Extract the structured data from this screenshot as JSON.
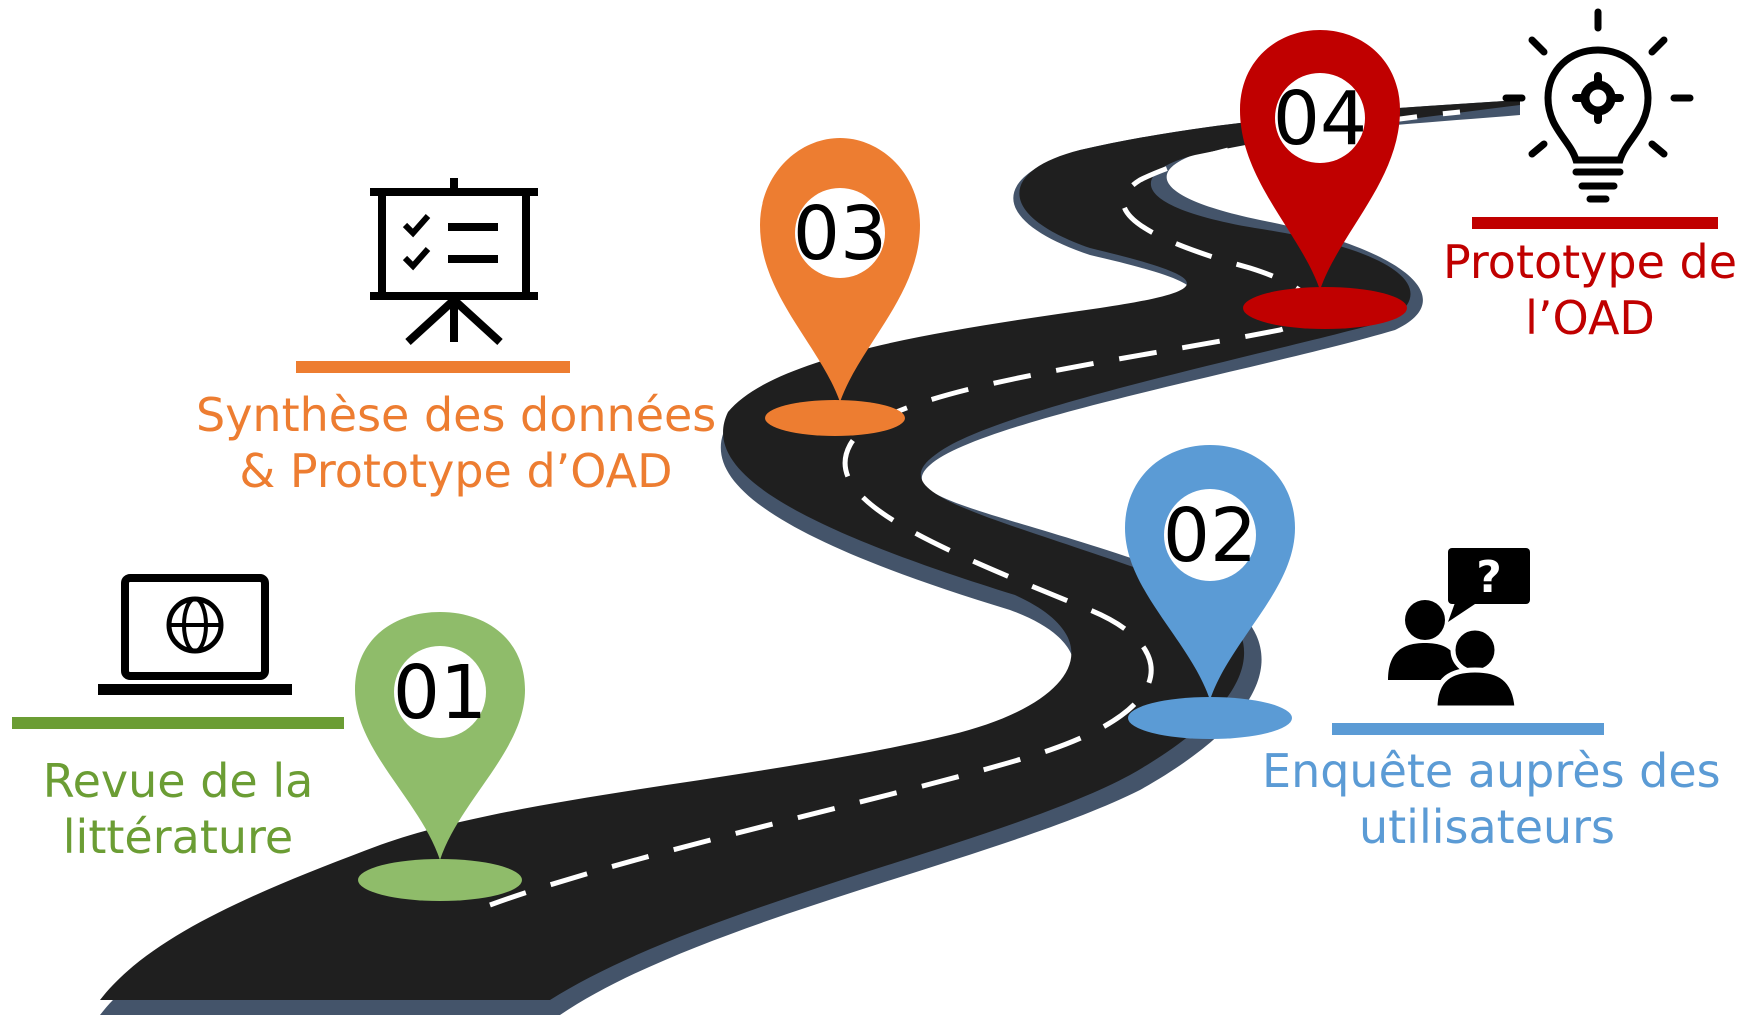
{
  "steps": [
    {
      "number": "01",
      "lines": [
        "Revue de la",
        "littérature"
      ],
      "color": "#6b9d34",
      "pin_color": "#8fbc6a",
      "icon": "laptop-globe-icon"
    },
    {
      "number": "02",
      "lines": [
        "Enquête auprès des",
        "utilisateurs"
      ],
      "color": "#5b9bd5",
      "pin_color": "#5b9bd5",
      "icon": "users-question-icon"
    },
    {
      "number": "03",
      "lines": [
        "Synthèse des données",
        "& Prototype d’OAD"
      ],
      "color": "#ed7d31",
      "pin_color": "#ed7d31",
      "icon": "presentation-board-icon"
    },
    {
      "number": "04",
      "lines": [
        "Prototype de",
        "l’OAD"
      ],
      "color": "#c00000",
      "pin_color": "#c00000",
      "icon": "lightbulb-gear-icon"
    }
  ],
  "road": {
    "surface_color": "#1f1f1f",
    "edge_color": "#44546a",
    "line_color": "#ffffff"
  }
}
